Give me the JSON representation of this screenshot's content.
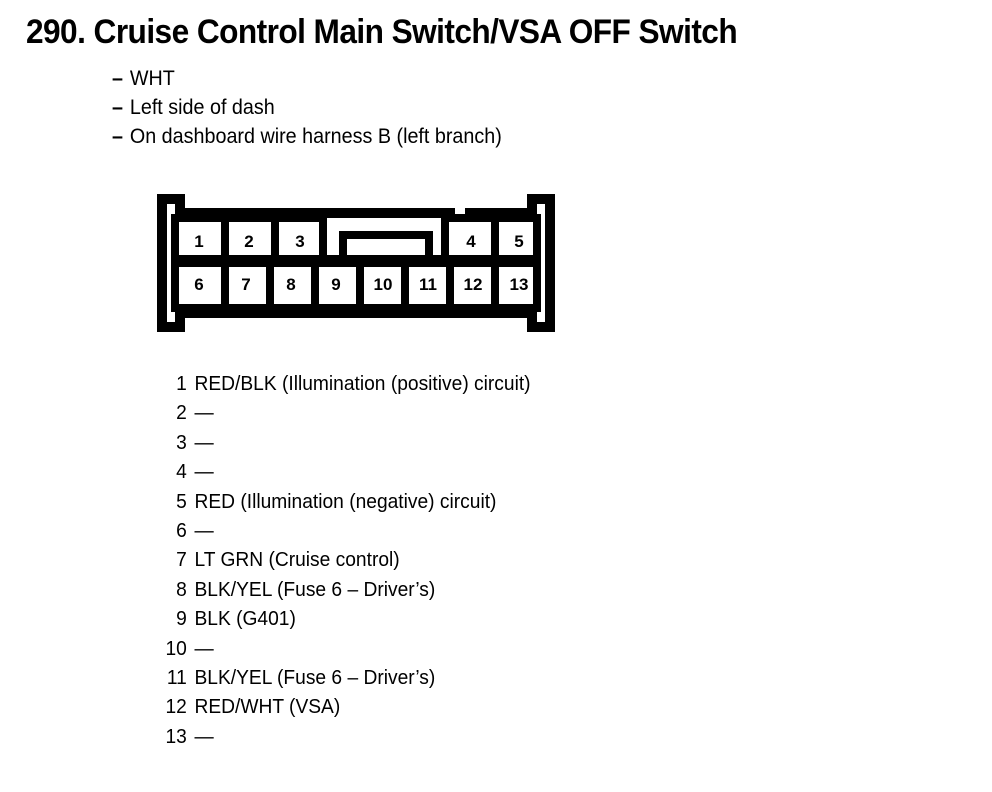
{
  "document": {
    "item_number": "290.",
    "title": "Cruise Control Main Switch/VSA OFF Switch",
    "title_full": "290. Cruise Control Main Switch/VSA OFF Switch"
  },
  "attributes": [
    {
      "dash": "–",
      "text": "WHT"
    },
    {
      "dash": "–",
      "text": "Left side of dash"
    },
    {
      "dash": "–",
      "text": "On dashboard wire harness B (left branch)"
    }
  ],
  "connector": {
    "total_pins": 13,
    "top_row": [
      "1",
      "2",
      "3",
      "4",
      "5"
    ],
    "bottom_row": [
      "6",
      "7",
      "8",
      "9",
      "10",
      "11",
      "12",
      "13"
    ],
    "has_center_locking_tab": true,
    "outline_color": "#000000",
    "fill_color": "#ffffff"
  },
  "pins": [
    {
      "no": "1",
      "desc": "RED/BLK (Illumination (positive) circuit)"
    },
    {
      "no": "2",
      "desc": "—"
    },
    {
      "no": "3",
      "desc": "—"
    },
    {
      "no": "4",
      "desc": "—"
    },
    {
      "no": "5",
      "desc": "RED (Illumination (negative) circuit)"
    },
    {
      "no": "6",
      "desc": "—"
    },
    {
      "no": "7",
      "desc": "LT GRN (Cruise control)"
    },
    {
      "no": "8",
      "desc": "BLK/YEL (Fuse 6 – Driver’s)"
    },
    {
      "no": "9",
      "desc": "BLK (G401)"
    },
    {
      "no": "10",
      "desc": "—"
    },
    {
      "no": "11",
      "desc": "BLK/YEL (Fuse 6 – Driver’s)"
    },
    {
      "no": "12",
      "desc": "RED/WHT (VSA)"
    },
    {
      "no": "13",
      "desc": "—"
    }
  ]
}
